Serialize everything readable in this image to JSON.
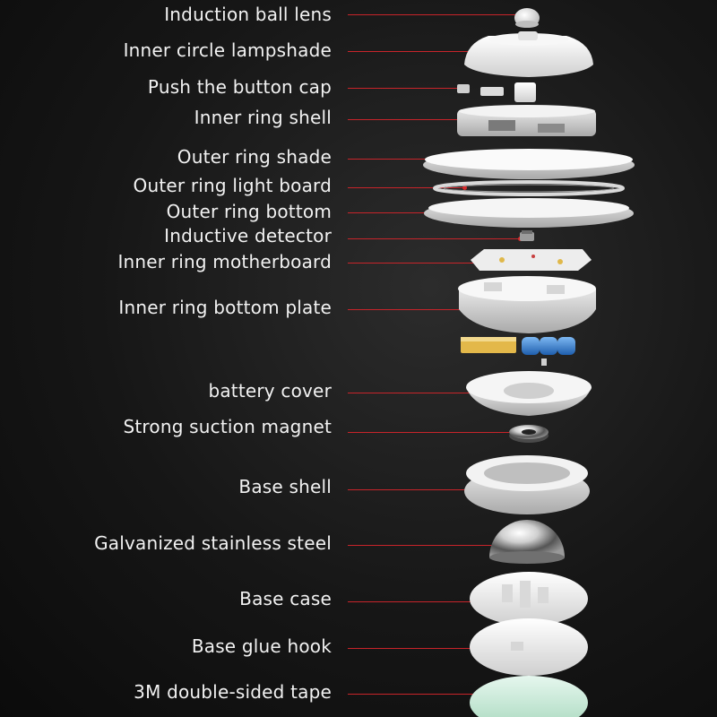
{
  "labels": [
    "Induction ball lens",
    "Inner circle lampshade",
    "Push the button cap",
    "Inner ring shell",
    "Outer ring shade",
    "Outer ring light board",
    "Outer ring bottom",
    "Inductive detector",
    "Inner ring motherboard",
    "Inner ring bottom plate",
    "battery cover",
    "Strong suction magnet",
    "Base shell",
    "Galvanized stainless steel",
    "Base case",
    "Base glue hook",
    "3M double-sided tape"
  ],
  "colors": {
    "leader": "#c8242a",
    "label_text": "#f2f2f2",
    "part_white": "#f4f4f4",
    "tape_green": "#cfeedd",
    "battery_blue": "#2f7fd6",
    "battery_yellow": "#e3b84a"
  }
}
